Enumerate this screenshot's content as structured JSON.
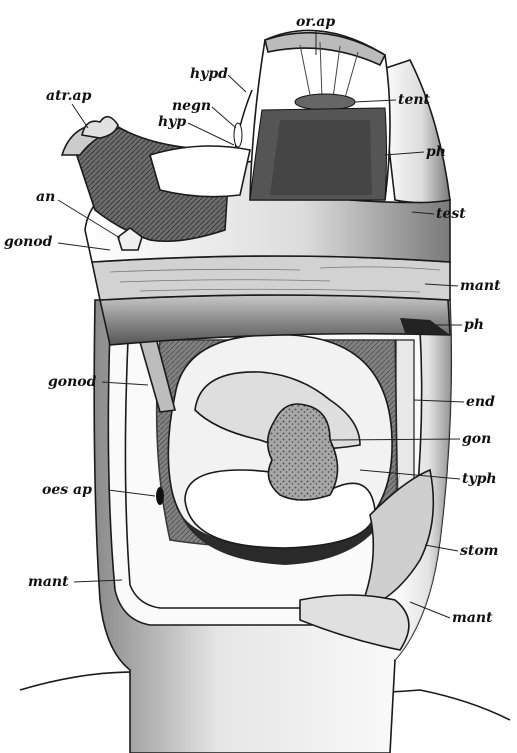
{
  "labels": {
    "or_ap": "or.ap",
    "hypd": "hypd",
    "negn": "negn",
    "hyp": "hyp",
    "tent": "tent",
    "atr_ap": "atr.ap",
    "ph_top": "ph",
    "an": "an",
    "test": "test",
    "gonod_top": "gonod",
    "mant_right_top": "mant",
    "ph_mid": "ph",
    "gonod_mid": "gonod",
    "end": "end",
    "gon": "gon",
    "oes_ap": "oes ap",
    "typh": "typh",
    "stom": "stom",
    "mant_left": "mant",
    "mant_right_bottom": "mant"
  },
  "colors": {
    "ink": "#1a1a1a",
    "dark_tissue": "#4a4a4a",
    "mid_tissue": "#9a9a9a",
    "light_tissue": "#d9d9d9"
  }
}
